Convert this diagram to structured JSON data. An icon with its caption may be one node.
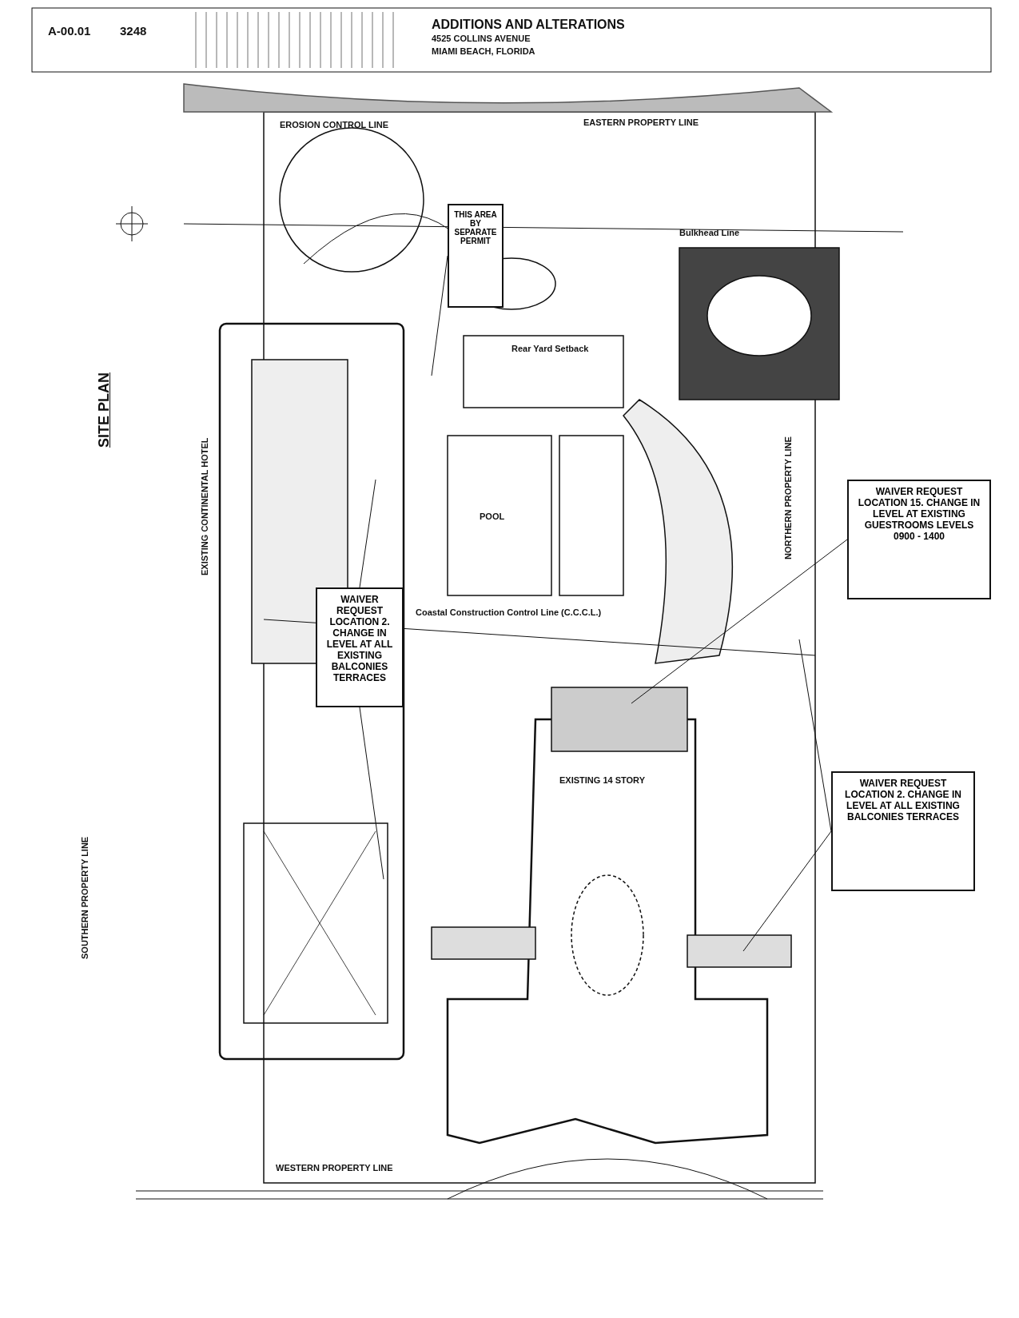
{
  "diagram": {
    "title": "SITE PLAN",
    "nodes": [
      {
        "text": [
          "THIS AREA BY SEPARATE PERMIT"
        ]
      },
      {
        "text": [
          "WAIVER REQUEST LOCATION 2. CHANGE IN LEVEL AT ALL EXISTING BALCONIES TERRACES"
        ]
      },
      {
        "text": [
          "WAIVER REQUEST LOCATION 15. CHANGE IN LEVEL AT EXISTING GUESTROOMS LEVELS 0900 - 1400"
        ]
      },
      {
        "text": [
          "WAIVER REQUEST LOCATION 2. CHANGE IN LEVEL AT ALL EXISTING BALCONIES TERRACES"
        ]
      }
    ],
    "edges": [
      {
        "from": 0,
        "to": null,
        "arrow": "none"
      },
      {
        "from": 1,
        "to": null,
        "arrow": "none"
      },
      {
        "from": 1,
        "to": null,
        "arrow": "none"
      },
      {
        "from": 2,
        "to": null,
        "arrow": "none"
      },
      {
        "from": 3,
        "to": null,
        "arrow": "none"
      },
      {
        "from": 3,
        "to": null,
        "arrow": "none"
      }
    ],
    "labels": [
      "A-00.01",
      "3248",
      "ADDITIONS AND ALTERATIONS",
      "4525 COLLINS AVENUE",
      "MIAMI BEACH, FLORIDA",
      "EROSION CONTROL LINE",
      "EASTERN PROPERTY LINE",
      "Bulkhead Line",
      "Rear Yard Setback",
      "POOL",
      "Coastal Construction Control Line (C.C.C.L.)",
      "EXISTING CONTINENTAL HOTEL",
      "NORTHERN PROPERTY LINE",
      "SOUTHERN PROPERTY LINE",
      "EXISTING 14 STORY",
      "WESTERN PROPERTY LINE"
    ]
  }
}
